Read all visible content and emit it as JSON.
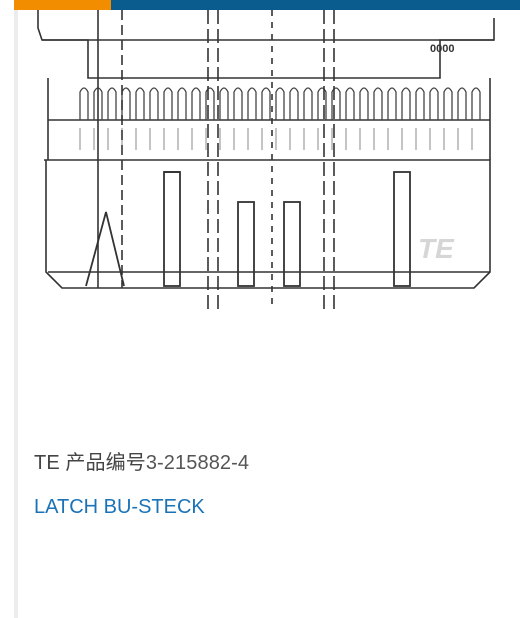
{
  "colors": {
    "accent_orange": "#F28D00",
    "accent_blue": "#0A5C8E",
    "link_blue": "#1A73B7"
  },
  "product": {
    "label": "TE 产品编号",
    "number": "3-215882-4",
    "description": "LATCH BU-STECK"
  },
  "drawing": {
    "watermark": "TE",
    "marking": "0000"
  }
}
